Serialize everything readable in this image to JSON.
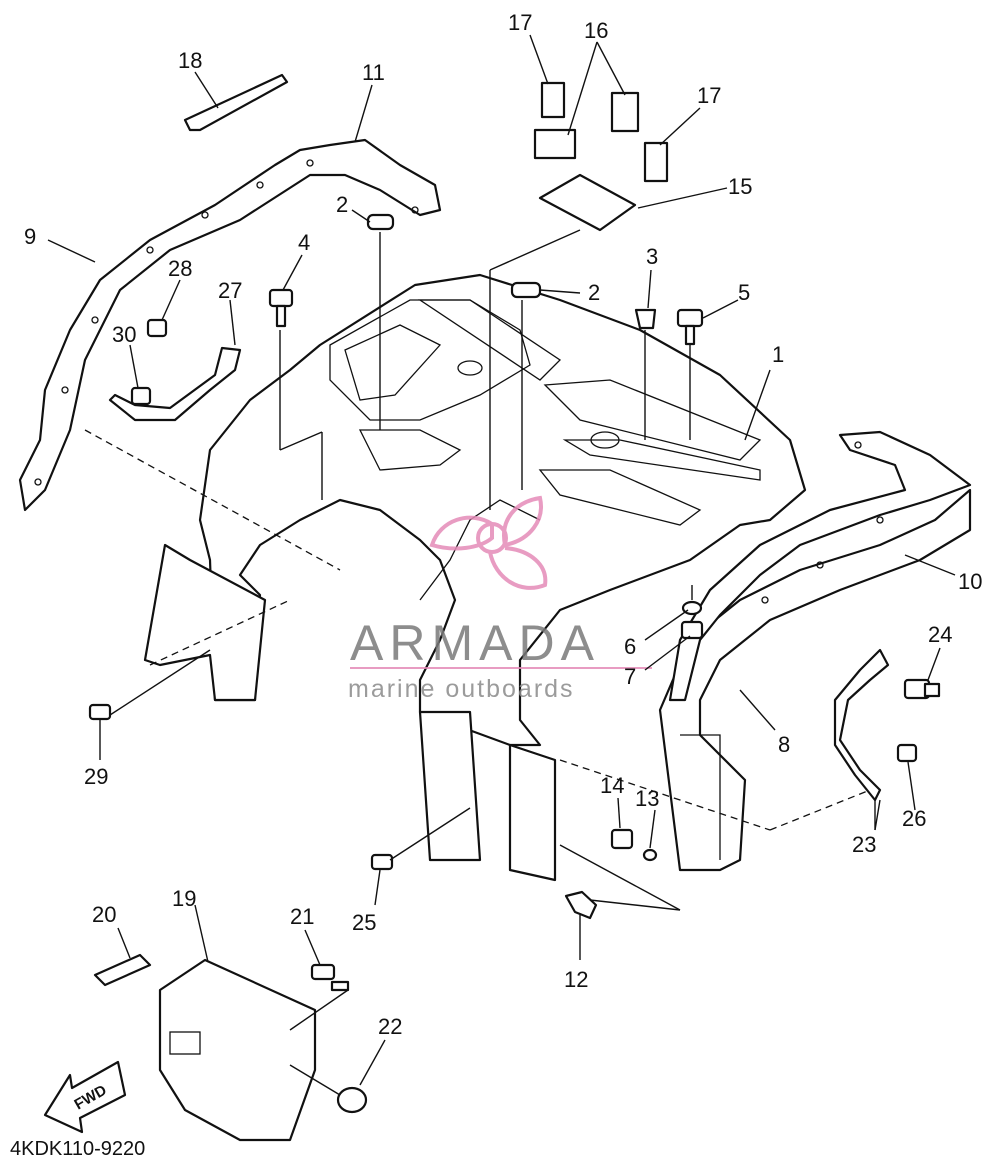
{
  "diagram": {
    "part_code": "4KDK110-9220",
    "direction_label": "FWD",
    "watermark": {
      "brand": "ARMADA",
      "tagline": "marine outboards",
      "accent_color": "#e58bb8",
      "text_color": "#7a7a7a"
    },
    "callouts": [
      {
        "id": "c1",
        "label": "1"
      },
      {
        "id": "c2a",
        "label": "2"
      },
      {
        "id": "c2b",
        "label": "2"
      },
      {
        "id": "c3",
        "label": "3"
      },
      {
        "id": "c4",
        "label": "4"
      },
      {
        "id": "c5",
        "label": "5"
      },
      {
        "id": "c6",
        "label": "6"
      },
      {
        "id": "c7",
        "label": "7"
      },
      {
        "id": "c8",
        "label": "8"
      },
      {
        "id": "c9",
        "label": "9"
      },
      {
        "id": "c10",
        "label": "10"
      },
      {
        "id": "c11",
        "label": "11"
      },
      {
        "id": "c12",
        "label": "12"
      },
      {
        "id": "c13",
        "label": "13"
      },
      {
        "id": "c14",
        "label": "14"
      },
      {
        "id": "c15",
        "label": "15"
      },
      {
        "id": "c16",
        "label": "16"
      },
      {
        "id": "c17a",
        "label": "17"
      },
      {
        "id": "c17b",
        "label": "17"
      },
      {
        "id": "c18",
        "label": "18"
      },
      {
        "id": "c19",
        "label": "19"
      },
      {
        "id": "c20",
        "label": "20"
      },
      {
        "id": "c21",
        "label": "21"
      },
      {
        "id": "c22",
        "label": "22"
      },
      {
        "id": "c23",
        "label": "23"
      },
      {
        "id": "c24",
        "label": "24"
      },
      {
        "id": "c25",
        "label": "25"
      },
      {
        "id": "c26",
        "label": "26"
      },
      {
        "id": "c27",
        "label": "27"
      },
      {
        "id": "c28",
        "label": "28"
      },
      {
        "id": "c29",
        "label": "29"
      },
      {
        "id": "c30",
        "label": "30"
      }
    ]
  }
}
